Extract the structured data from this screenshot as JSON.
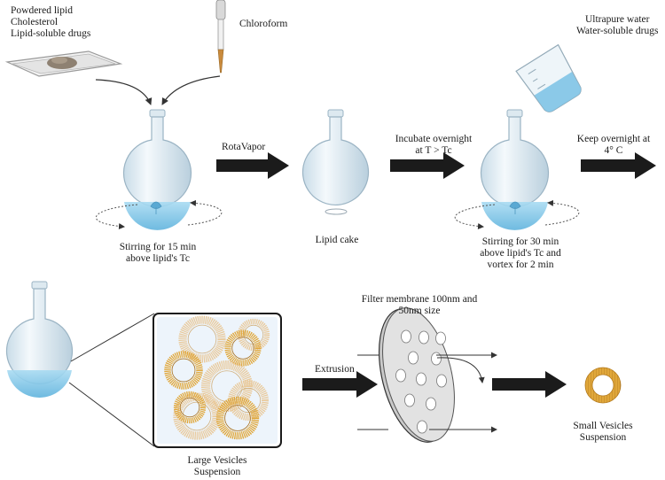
{
  "ingredients": [
    "Powdered lipid",
    "Cholesterol",
    "Lipid-soluble drugs"
  ],
  "solvent": "Chloroform",
  "aqueous": [
    "Ultrapure water",
    "Water-soluble drugs"
  ],
  "steps": {
    "stir1": [
      "Stirring for 15 min",
      "above lipid's Tc"
    ],
    "rotavapor": "RotaVapor",
    "lipid_cake": "Lipid cake",
    "incubate": [
      "Incubate overnight",
      "at T > Tc"
    ],
    "stir2": [
      "Stirring for 30 min",
      "above lipid's Tc and",
      "vortex for 2 min"
    ],
    "keep": [
      "Keep overnight at",
      "4° C"
    ],
    "filter": [
      "Filter membrane 100nm and",
      "50nm size"
    ],
    "extrusion": "Extrusion",
    "large_vesicles": [
      "Large Vesicles",
      "Suspension"
    ],
    "small_vesicles": [
      "Small Vesicles",
      "Suspension"
    ]
  },
  "colors": {
    "arrow": "#1b1b1b",
    "flask_glass": "#e6f0f6",
    "liquid": "#7fc4e6",
    "vesicle_gold": "#e0a73a",
    "vesicle_pale": "#e9c99a"
  }
}
